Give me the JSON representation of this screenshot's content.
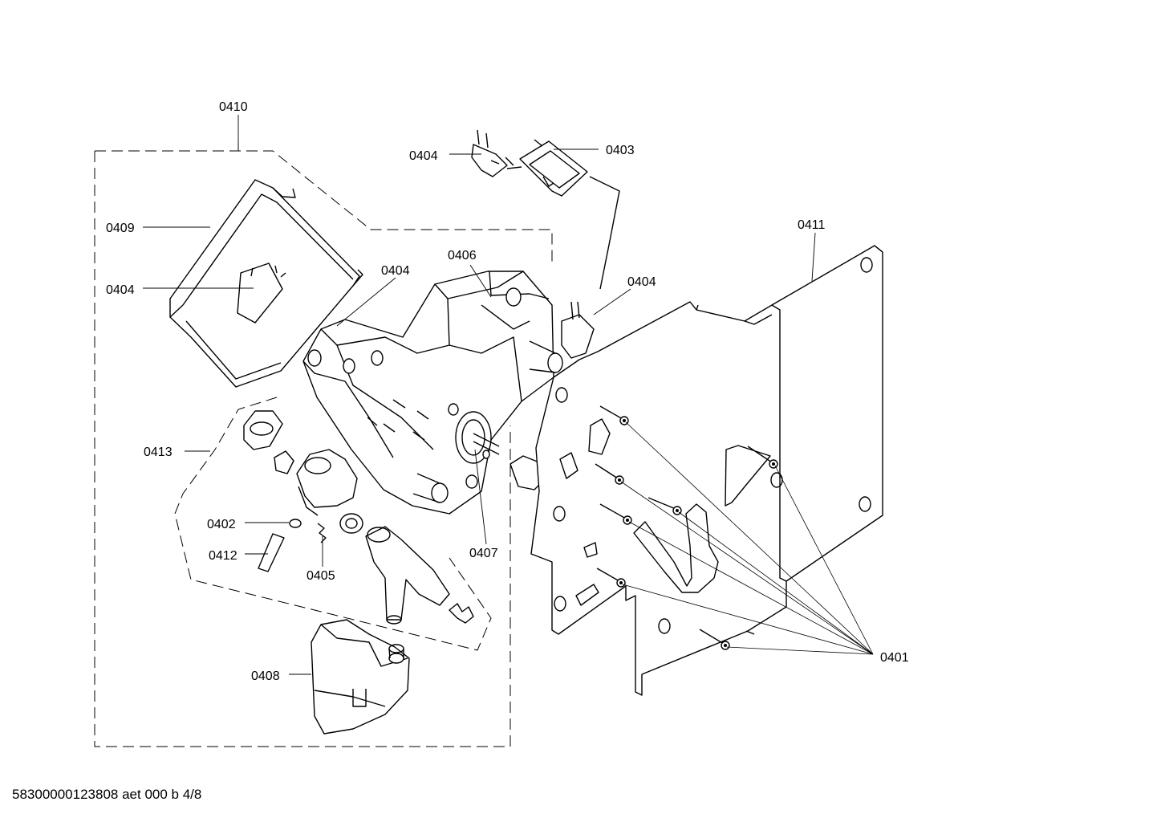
{
  "labels": {
    "p0410": "0410",
    "p0409": "0409",
    "p0404_a": "0404",
    "p0404_b": "0404",
    "p0404_c": "0404",
    "p0404_d": "0404",
    "p0403": "0403",
    "p0406": "0406",
    "p0411": "0411",
    "p0413": "0413",
    "p0402": "0402",
    "p0412": "0412",
    "p0405": "0405",
    "p0407": "0407",
    "p0408": "0408",
    "p0401": "0401"
  },
  "footer": "58300000123808 aet 000 b 4/8"
}
